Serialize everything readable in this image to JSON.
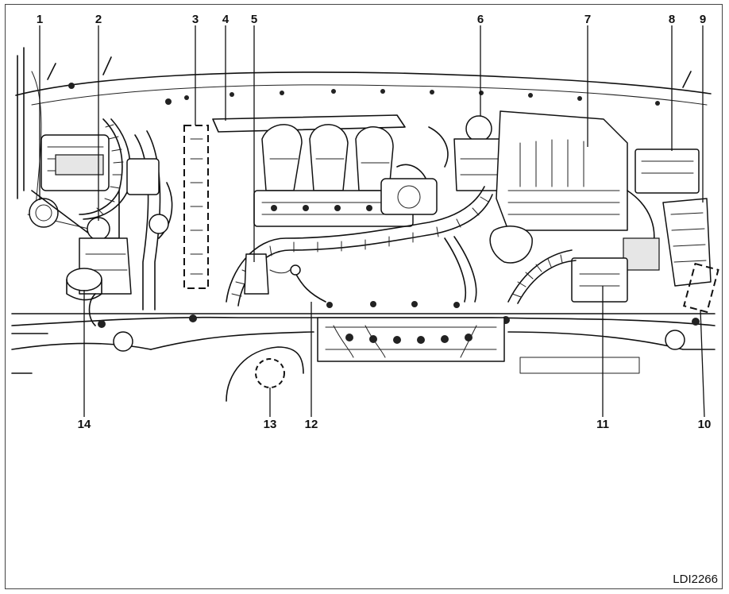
{
  "callouts": {
    "c1": "1",
    "c2": "2",
    "c3": "3",
    "c4": "4",
    "c5": "5",
    "c6": "6",
    "c7": "7",
    "c8": "8",
    "c9": "9",
    "c10": "10",
    "c11": "11",
    "c12": "12",
    "c13": "13",
    "c14": "14"
  },
  "figure_code": "LDI2266"
}
